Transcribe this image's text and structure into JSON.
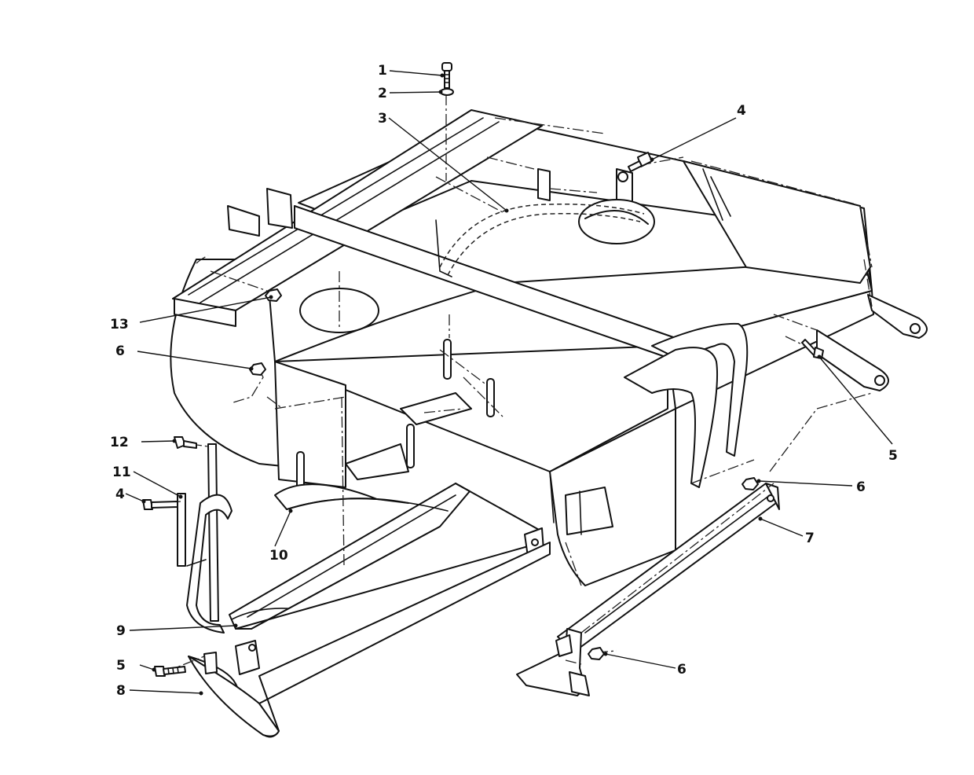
{
  "callouts": [
    {
      "id": "c1",
      "label": "1"
    },
    {
      "id": "c2",
      "label": "2"
    },
    {
      "id": "c3",
      "label": "3"
    },
    {
      "id": "c4a",
      "label": "4"
    },
    {
      "id": "c5a",
      "label": "5"
    },
    {
      "id": "c6a",
      "label": "6"
    },
    {
      "id": "c6b",
      "label": "6"
    },
    {
      "id": "c6c",
      "label": "6"
    },
    {
      "id": "c7",
      "label": "7"
    },
    {
      "id": "c8",
      "label": "8"
    },
    {
      "id": "c9",
      "label": "9"
    },
    {
      "id": "c10",
      "label": "10"
    },
    {
      "id": "c11",
      "label": "11"
    },
    {
      "id": "c12",
      "label": "12"
    },
    {
      "id": "c13",
      "label": "13"
    },
    {
      "id": "c4b",
      "label": "4"
    },
    {
      "id": "c5b",
      "label": "5"
    }
  ]
}
